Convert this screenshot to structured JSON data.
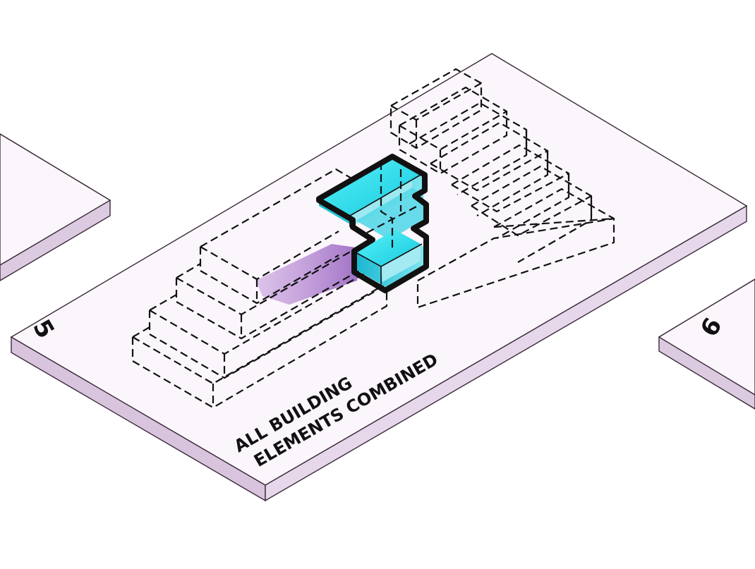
{
  "boards": [
    {
      "number": "5"
    },
    {
      "number": "6"
    }
  ],
  "caption": {
    "line1": "ALL BUILDING",
    "line2": "ELEMENTS COMBINED"
  },
  "colors": {
    "board_top": "#fbf6fb",
    "board_side": "#dccbe0",
    "board_edge": "#3a2a3a",
    "highlight": "#1fe3ef",
    "shadow": "#a66fc6",
    "ink": "#111111"
  }
}
